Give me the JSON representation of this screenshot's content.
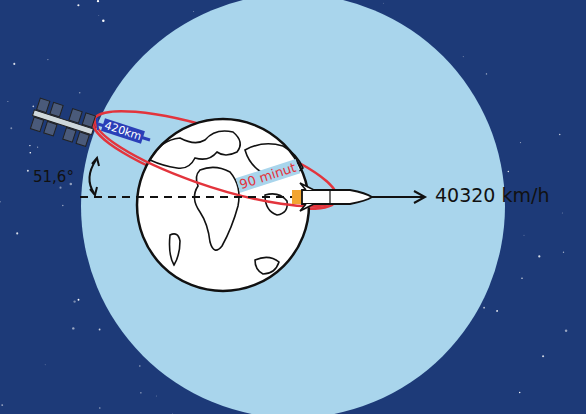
{
  "diagram": {
    "labels": [
      "51,6°",
      "420km",
      "90 minut",
      "40320 km/h"
    ]
  }
}
